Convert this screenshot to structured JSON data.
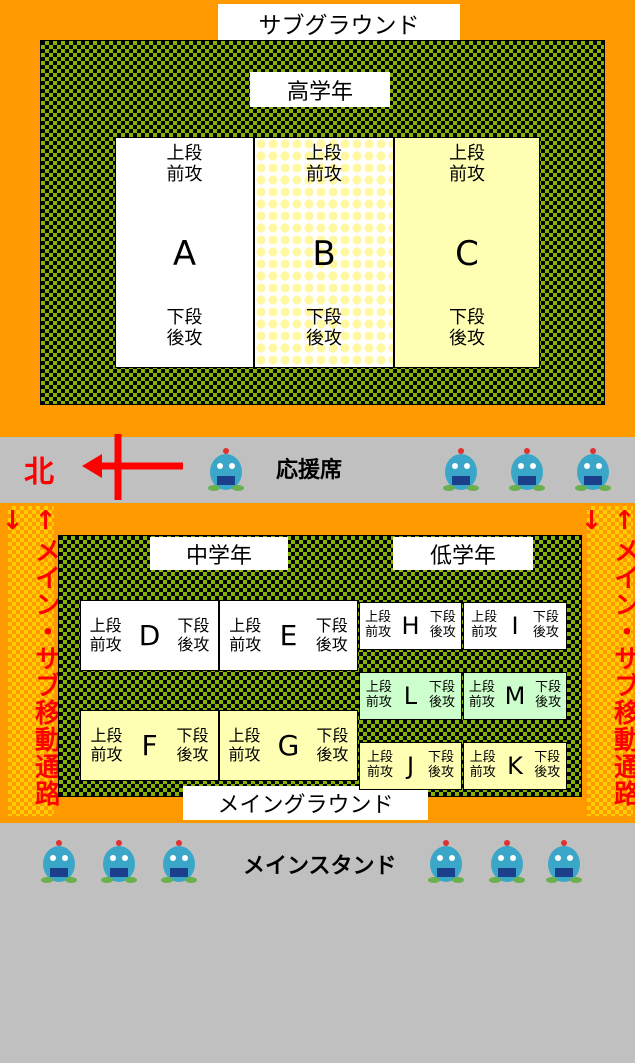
{
  "sub_ground": {
    "title": "サブグラウンド",
    "zone_label": "高学年",
    "fields": [
      {
        "letter": "A",
        "top": [
          "上段",
          "前攻"
        ],
        "bottom": [
          "下段",
          "後攻"
        ]
      },
      {
        "letter": "B",
        "top": [
          "上段",
          "前攻"
        ],
        "bottom": [
          "下段",
          "後攻"
        ]
      },
      {
        "letter": "C",
        "top": [
          "上段",
          "前攻"
        ],
        "bottom": [
          "下段",
          "後攻"
        ]
      }
    ]
  },
  "cheering": {
    "north": "北",
    "label": "応援席"
  },
  "main_ground": {
    "title": "メイングラウンド",
    "middle_label": "中学年",
    "lower_label": "低学年",
    "side_text": "↑メイン・サブ移動通路↓",
    "fields": [
      {
        "letter": "D",
        "left": [
          "上段",
          "前攻"
        ],
        "right": [
          "下段",
          "後攻"
        ]
      },
      {
        "letter": "E",
        "left": [
          "上段",
          "前攻"
        ],
        "right": [
          "下段",
          "後攻"
        ]
      },
      {
        "letter": "F",
        "left": [
          "上段",
          "前攻"
        ],
        "right": [
          "下段",
          "後攻"
        ]
      },
      {
        "letter": "G",
        "left": [
          "上段",
          "前攻"
        ],
        "right": [
          "下段",
          "後攻"
        ]
      },
      {
        "letter": "H",
        "left": [
          "上段",
          "前攻"
        ],
        "right": [
          "下段",
          "後攻"
        ]
      },
      {
        "letter": "I",
        "left": [
          "上段",
          "前攻"
        ],
        "right": [
          "下段",
          "後攻"
        ]
      },
      {
        "letter": "L",
        "left": [
          "上段",
          "前攻"
        ],
        "right": [
          "下段",
          "後攻"
        ]
      },
      {
        "letter": "M",
        "left": [
          "上段",
          "前攻"
        ],
        "right": [
          "下段",
          "後攻"
        ]
      },
      {
        "letter": "J",
        "left": [
          "上段",
          "前攻"
        ],
        "right": [
          "下段",
          "後攻"
        ]
      },
      {
        "letter": "K",
        "left": [
          "上段",
          "前攻"
        ],
        "right": [
          "下段",
          "後攻"
        ]
      }
    ]
  },
  "main_stand": {
    "label": "メインスタンド"
  },
  "colors": {
    "orange": "#ff9900",
    "gray": "#c0c0c0",
    "checker_green": "#86b300",
    "field_yellow": "#ffffb3",
    "field_green": "#ccffcc",
    "arrow_red": "#ff0000"
  },
  "icons": {
    "mascot": "mascot-character-icon",
    "arrow": "left-arrow-icon"
  }
}
